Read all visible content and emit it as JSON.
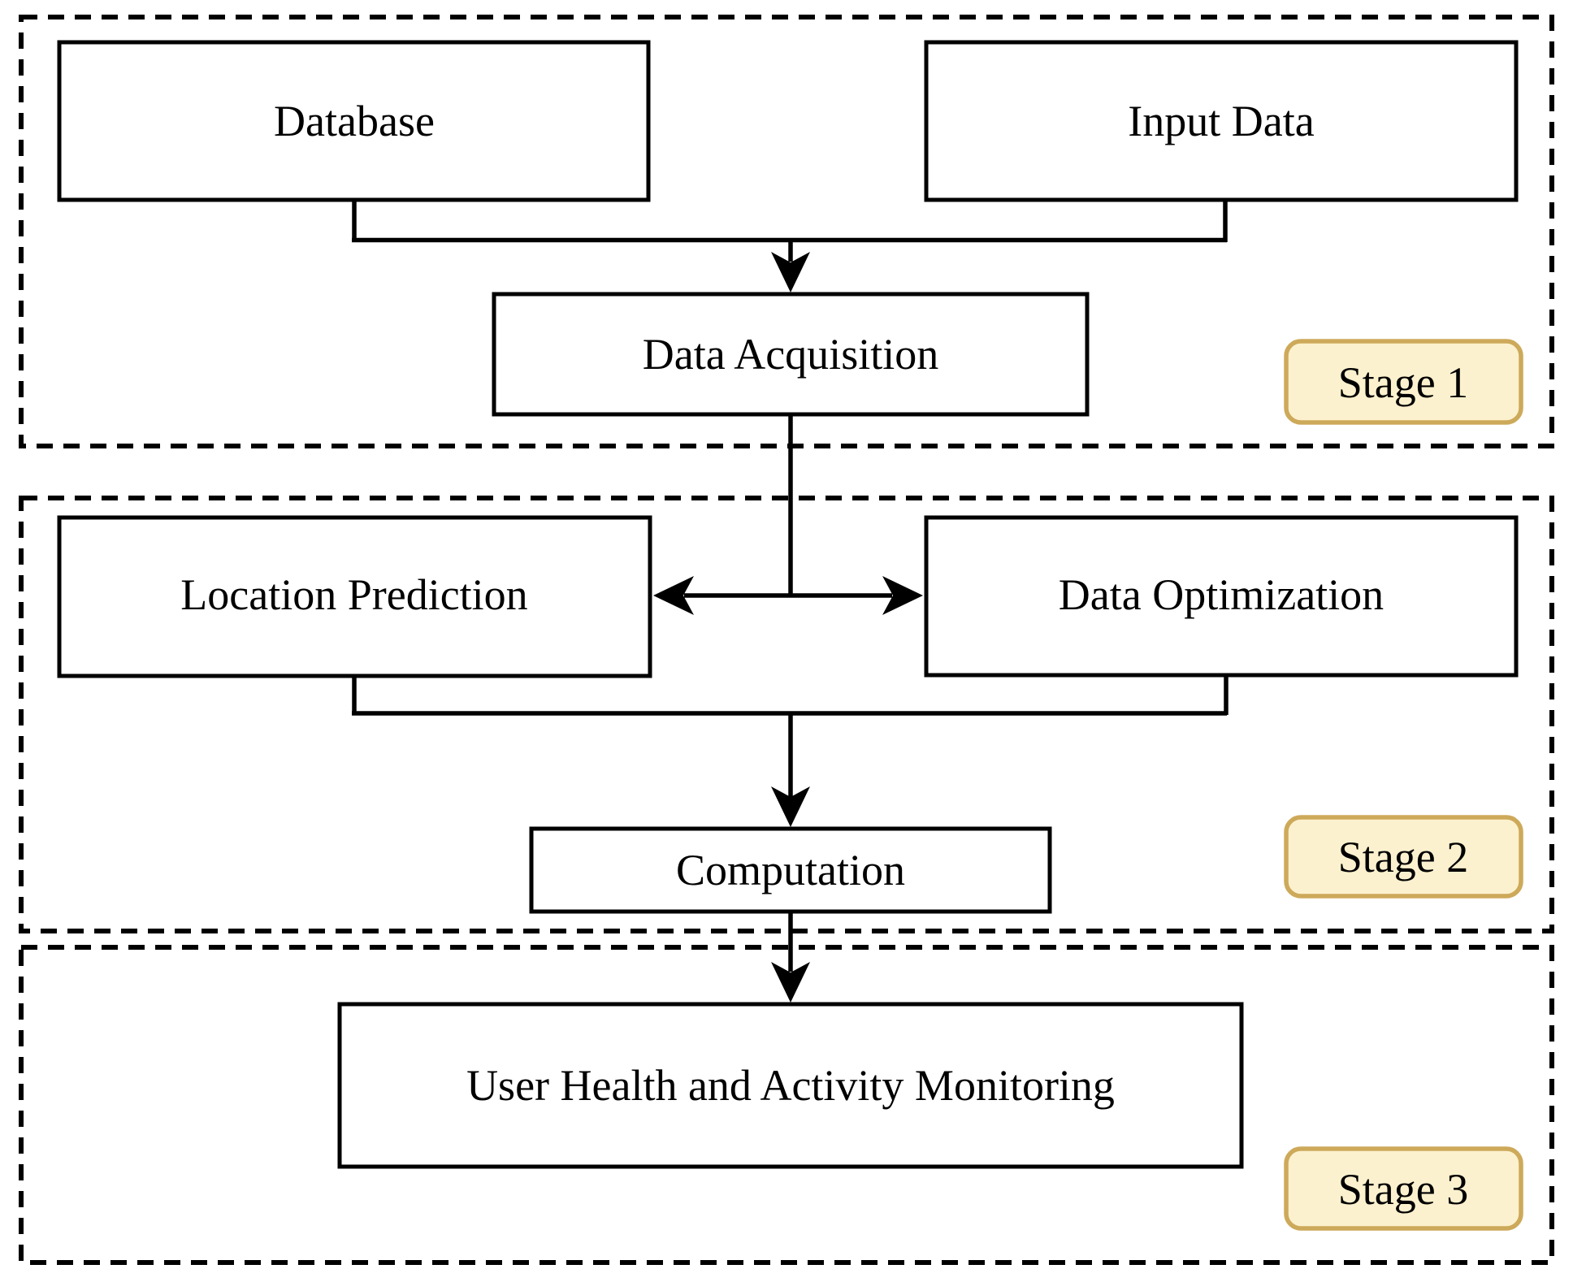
{
  "nodes": {
    "database": "Database",
    "input_data": "Input Data",
    "data_acquisition": "Data Acquisition",
    "location_prediction": "Location Prediction",
    "data_optimization": "Data Optimization",
    "computation": "Computation",
    "user_health_monitoring": "User Health and Activity Monitoring"
  },
  "badges": {
    "stage1": "Stage 1",
    "stage2": "Stage 2",
    "stage3": "Stage 3"
  },
  "edges": [
    {
      "from": "Database",
      "to": "Data Acquisition"
    },
    {
      "from": "Input Data",
      "to": "Data Acquisition"
    },
    {
      "from": "Data Acquisition",
      "to": "Location Prediction and Data Optimization"
    },
    {
      "from": "Location Prediction",
      "to": "Data Optimization",
      "bidirectional": true
    },
    {
      "from": "Location Prediction",
      "to": "Computation"
    },
    {
      "from": "Data Optimization",
      "to": "Computation"
    },
    {
      "from": "Computation",
      "to": "User Health and Activity Monitoring"
    }
  ],
  "colors": {
    "line": "#000000",
    "text": "#000000",
    "node_fill": "#ffffff",
    "badge_fill": "#FCF1CE",
    "badge_border": "#CDA95A",
    "background": "#ffffff"
  }
}
